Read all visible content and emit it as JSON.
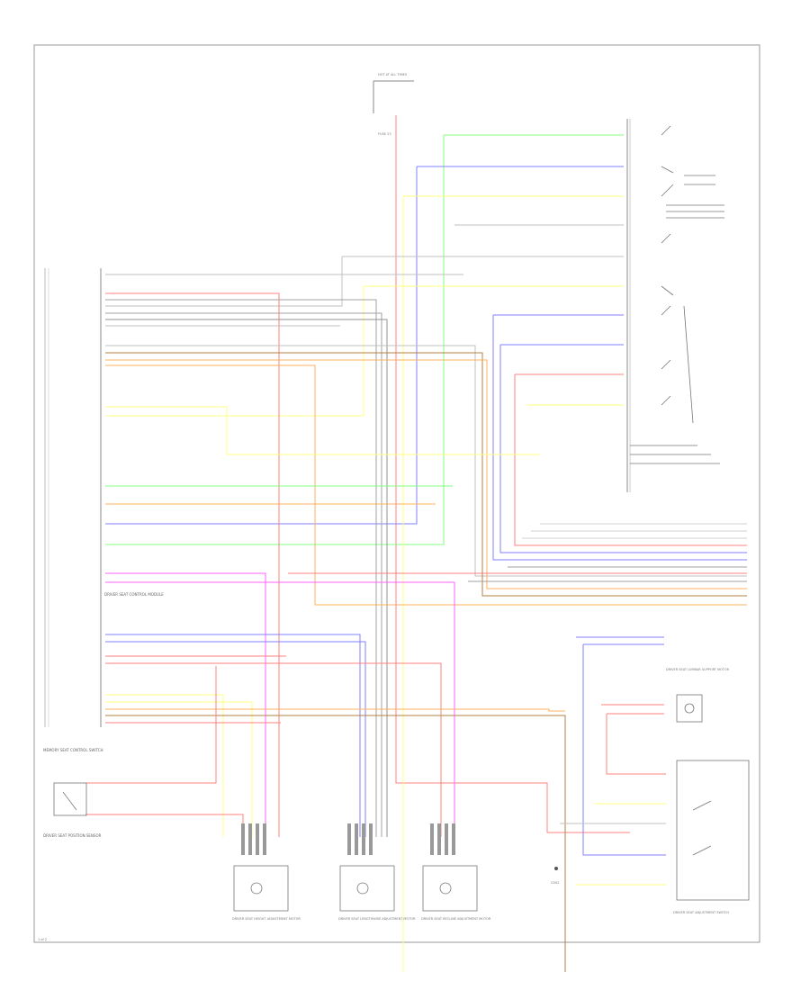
{
  "diagram": {
    "type": "wiring-schematic",
    "frame_label": "1 of 2",
    "labels": {
      "fuse_top": "HOT AT ALL TIMES",
      "memory_switch": "MEMORY SEAT CONTROL SWITCH",
      "left_bottom_component": "DRIVER SEAT POSITION SENSOR",
      "motor_1": "DRIVER SEAT HEIGHT ADJUSTMENT MOTOR",
      "motor_2": "DRIVER SEAT LENGTHWISE ADJUSTMENT MOTOR",
      "motor_3": "DRIVER SEAT RECLINE ADJUSTMENT MOTOR",
      "right_mid_component": "DRIVER SEAT LUMBAR SUPPORT MOTOR",
      "right_bottom_component": "DRIVER SEAT ADJUSTMENT SWITCH",
      "ground_label": "G502",
      "connector_label": "DRIVER SEAT CONTROL MODULE",
      "fuse_label": "FUSE 23"
    },
    "colors": {
      "red": "#ff8080",
      "green": "#80ff80",
      "blue": "#8080ff",
      "yellow": "#ffff80",
      "orange": "#ffb060",
      "brown": "#b08040",
      "magenta": "#ff60ff",
      "gray": "#a0a0a0",
      "dark": "#606060"
    }
  }
}
